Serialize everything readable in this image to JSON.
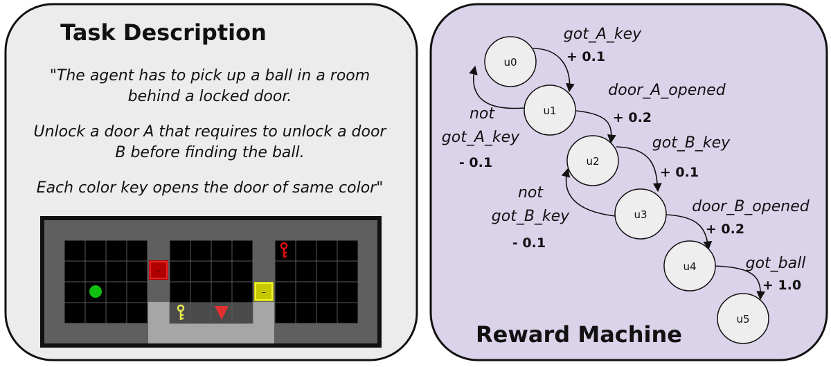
{
  "task_panel": {
    "title": "Task Description",
    "description": [
      "\"The agent has to pick up a ball in a room",
      "behind a locked door.",
      "Unlock a door A that requires to unlock a door",
      "B before finding the ball.",
      "Each color key opens the door of same color\""
    ],
    "grid": {
      "door_a_color": "#b00000",
      "door_b_color": "#c8c800",
      "key_a_color": "#e01010",
      "key_b_color": "#e8e850",
      "ball_color": "#10c010",
      "agent_color": "#e03030",
      "door_a_glyph": "–",
      "door_b_glyph": "–",
      "key_a_icon": "key-icon",
      "key_b_icon": "key-icon",
      "ball_icon": "ball-icon",
      "agent_icon": "triangle-down-icon"
    }
  },
  "reward_panel": {
    "title": "Reward Machine",
    "background": "#dbd3ea",
    "nodes": [
      "u0",
      "u1",
      "u2",
      "u3",
      "u4",
      "u5"
    ],
    "transitions": [
      {
        "trigger": "got_A_key",
        "reward": "+ 0.1"
      },
      {
        "trigger": "door_A_opened",
        "reward": "+ 0.2"
      },
      {
        "trigger": "got_B_key",
        "reward": "+ 0.1"
      },
      {
        "trigger": "door_B_opened",
        "reward": "+ 0.2"
      },
      {
        "trigger": "got_ball",
        "reward": "+ 1.0"
      }
    ],
    "back_transitions": [
      {
        "trigger_line1": "not",
        "trigger_line2": "got_A_key",
        "reward": "- 0.1"
      },
      {
        "trigger_line1": "not",
        "trigger_line2": "got_B_key",
        "reward": "- 0.1"
      }
    ]
  }
}
